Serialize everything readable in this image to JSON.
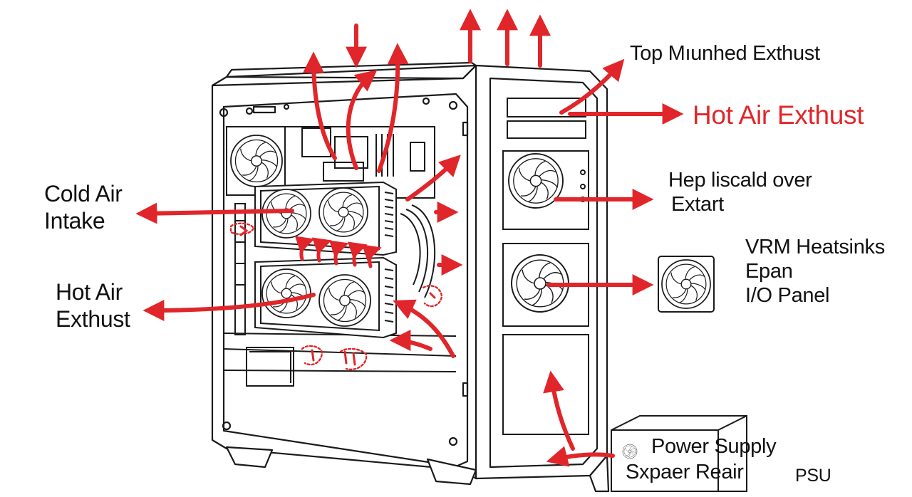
{
  "labels": {
    "top_exhaust": "Top Mıunhed Exthust",
    "hot_air_exhaust_right": "Hot Air Exthust",
    "hep_line1": "Hep liscald over",
    "hep_line2": "Extart",
    "vrm_line1": "VRM Heatsinks",
    "vrm_line2": "Epan",
    "vrm_line3": "I/O Panel",
    "cold_air_line1": "Cold Air",
    "cold_air_line2": "Intake",
    "hot_air_left_line1": "Hot Air",
    "hot_air_left_line2": "Exthust",
    "power_supply": "Power Supply",
    "spare_rear": "Sxpaer Reair",
    "psu": "PSU"
  },
  "colors": {
    "airflow": "#e0262a",
    "outline": "#1a1a1a",
    "background": "#ffffff"
  }
}
